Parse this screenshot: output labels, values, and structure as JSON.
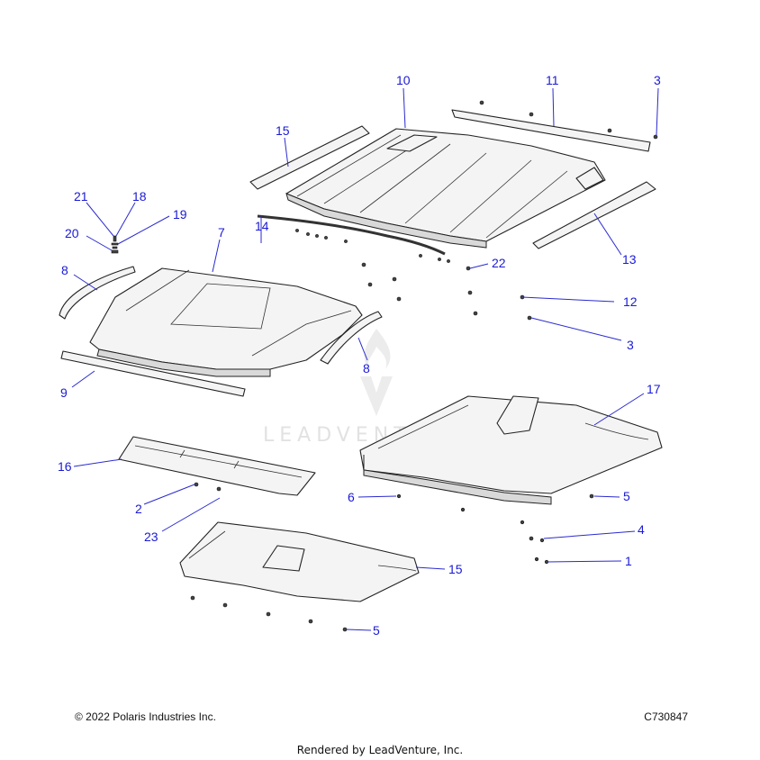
{
  "callouts": [
    {
      "id": "c10",
      "label": "10"
    },
    {
      "id": "c11",
      "label": "11"
    },
    {
      "id": "c3a",
      "label": "3"
    },
    {
      "id": "c15a",
      "label": "15"
    },
    {
      "id": "c21",
      "label": "21"
    },
    {
      "id": "c18",
      "label": "18"
    },
    {
      "id": "c19",
      "label": "19"
    },
    {
      "id": "c20",
      "label": "20"
    },
    {
      "id": "c7",
      "label": "7"
    },
    {
      "id": "c8a",
      "label": "8"
    },
    {
      "id": "c14",
      "label": "14"
    },
    {
      "id": "c22",
      "label": "22"
    },
    {
      "id": "c13",
      "label": "13"
    },
    {
      "id": "c12",
      "label": "12"
    },
    {
      "id": "c3b",
      "label": "3"
    },
    {
      "id": "c8b",
      "label": "8"
    },
    {
      "id": "c9",
      "label": "9"
    },
    {
      "id": "c17",
      "label": "17"
    },
    {
      "id": "c16",
      "label": "16"
    },
    {
      "id": "c6",
      "label": "6"
    },
    {
      "id": "c5a",
      "label": "5"
    },
    {
      "id": "c2",
      "label": "2"
    },
    {
      "id": "c4",
      "label": "4"
    },
    {
      "id": "c23",
      "label": "23"
    },
    {
      "id": "c1",
      "label": "1"
    },
    {
      "id": "c15b",
      "label": "15"
    },
    {
      "id": "c5b",
      "label": "5"
    }
  ],
  "watermark": "LEADVENTURE",
  "footer": {
    "copyright": "© 2022 Polaris Industries Inc.",
    "drawing_number": "C730847",
    "rendered_by": "Rendered by LeadVenture, Inc."
  },
  "colors": {
    "callout": "#1a1ad6",
    "line_art": "#222222",
    "watermark": "#e2e2e2"
  }
}
